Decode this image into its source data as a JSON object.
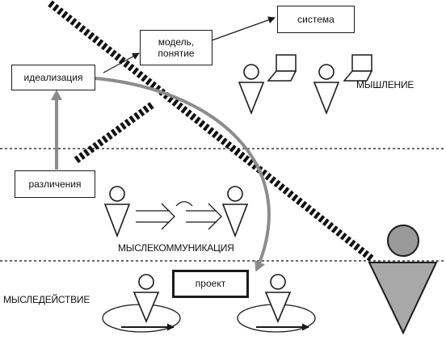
{
  "boxes": {
    "system": "система",
    "model": "модель,\nпонятие",
    "idealization": "идеализация",
    "distinctions": "различения",
    "project": "проект"
  },
  "layers": {
    "thinking": "МЫШЛЕНИЕ",
    "thought_communication": "МЫСЛЕКОММУНИКАЦИЯ",
    "thought_action": "МЫСЛЕДЕЙСТВИЕ"
  },
  "icons": [
    "person-icon",
    "laptop-icon",
    "large-person-icon",
    "double-arrow-icon",
    "cycle-arrow-icon"
  ],
  "colors": {
    "ink": "#1a1a1a",
    "gray_arrow": "#8c8c8c",
    "big_person_head": "#9a9a9a",
    "big_person_body": "#a8a8a8"
  }
}
